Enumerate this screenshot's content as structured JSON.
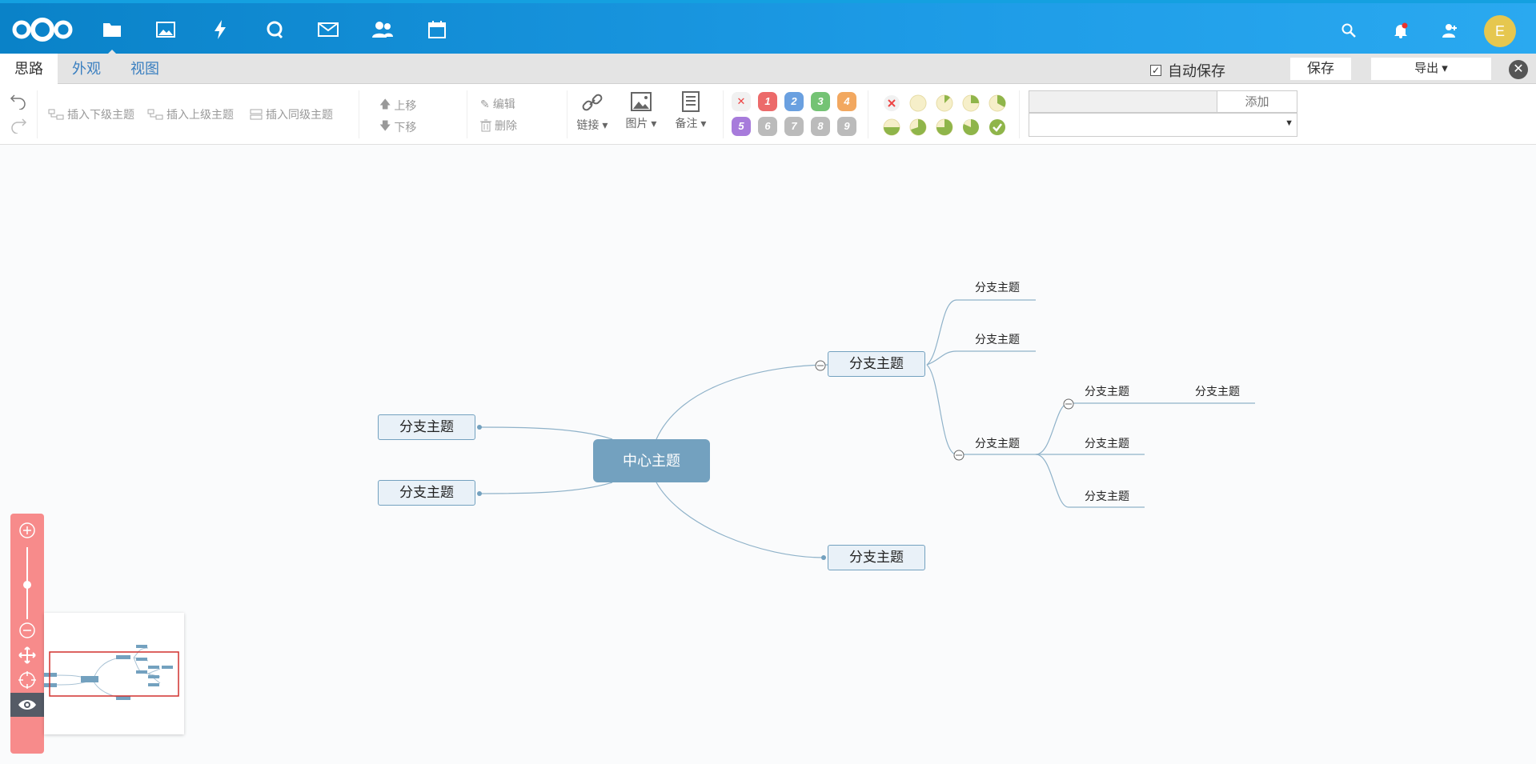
{
  "topbar": {
    "apps": [
      {
        "name": "files-icon"
      },
      {
        "name": "gallery-icon"
      },
      {
        "name": "activity-icon"
      },
      {
        "name": "talk-icon"
      },
      {
        "name": "mail-icon"
      },
      {
        "name": "contacts-icon"
      },
      {
        "name": "calendar-icon"
      }
    ],
    "avatar_letter": "E"
  },
  "tabs": [
    "思路",
    "外观",
    "视图"
  ],
  "autosave_label": "自动保存",
  "save_label": "保存",
  "export_label": "导出 ▾",
  "toolbar": {
    "insert_child": "插入下级主题",
    "insert_parent": "插入上级主题",
    "insert_sibling": "插入同级主题",
    "move_up": "上移",
    "move_down": "下移",
    "edit": "编辑",
    "delete": "删除",
    "link": "链接 ▾",
    "image": "图片 ▾",
    "note": "备注 ▾",
    "priorities": [
      "1",
      "2",
      "3",
      "4",
      "5",
      "6",
      "7",
      "8",
      "9"
    ],
    "resource_add": "添加"
  },
  "mindmap": {
    "center": "中心主题",
    "branch": "分支主题"
  },
  "colors": {
    "accent": "#0a82c8",
    "node_fill": "#73a1bf",
    "zoom_panel": "#f78b8b"
  }
}
